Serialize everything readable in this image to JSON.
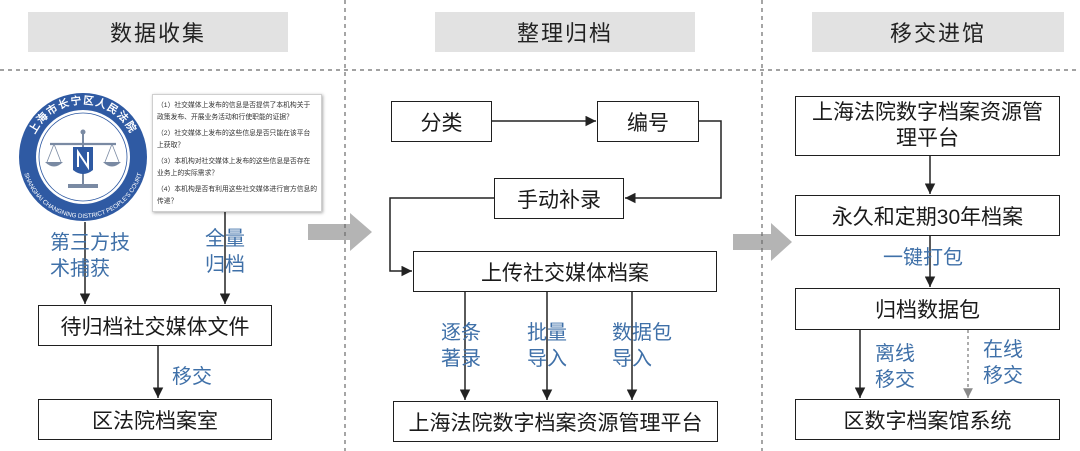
{
  "colors": {
    "label_blue": "#3f70a8",
    "header_bg": "#e2e2e2",
    "stage_arrow": "#b4b4b4",
    "logo_blue": "#2f5aa3"
  },
  "headers": {
    "collect": "数据收集",
    "organize": "整理归档",
    "transfer": "移交进馆"
  },
  "collect": {
    "logo": {
      "name_cn": "上海市长宁区人民法院",
      "name_en": "SHANGHAI CHANGNING DISTRICT PEOPLE'S COURT"
    },
    "questions": [
      [
        "（1）社交媒体上发布的信息是否提供了本机构关于",
        "政策发布、开展业务活动和行使职能的证据？"
      ],
      [
        "（2）社交媒体上发布的这些信息是否只能在该平台",
        "上获取？"
      ],
      [
        "（3）本机构对社交媒体上发布的这些信息是否存在",
        "业务上的实际需求？"
      ],
      [
        "（4）本机构是否有利用这些社交媒体进行官方信息的",
        "传递？"
      ]
    ],
    "edge_capture": [
      "第三方技",
      "术捕获"
    ],
    "edge_full_archive": [
      "全量",
      "归档"
    ],
    "node_pending": "待归档社交媒体文件",
    "edge_transfer": "移交",
    "node_archive_room": "区法院档案室"
  },
  "organize": {
    "node_classify": "分类",
    "node_number": "编号",
    "node_manual": "手动补录",
    "node_upload": "上传社交媒体档案",
    "edge_itemized": [
      "逐条",
      "著录"
    ],
    "edge_batch": [
      "批量",
      "导入"
    ],
    "edge_package": [
      "数据包",
      "导入"
    ],
    "node_platform": "上海法院数字档案资源管理平台"
  },
  "transfer": {
    "node_platform": [
      "上海法院数字档案资源管",
      "理平台"
    ],
    "node_retention": "永久和定期30年档案",
    "edge_pack": "一键打包",
    "node_package": "归档数据包",
    "edge_offline": [
      "离线",
      "移交"
    ],
    "edge_online": [
      "在线",
      "移交"
    ],
    "node_district": "区数字档案馆系统"
  }
}
